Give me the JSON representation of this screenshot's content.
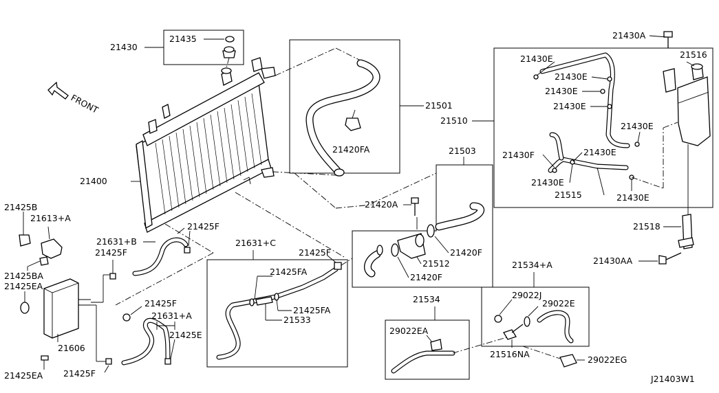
{
  "diagram": {
    "drawing_code": "J21403W1",
    "direction_label": "FRONT",
    "part_labels": {
      "radiator": "21400",
      "cap_assy": "21430",
      "cap": "21435",
      "upper_hose": "21501",
      "clamp_upper": "21420FA",
      "reservoir_assy": "21510",
      "tank_bolt": "21430A",
      "reservoir_tank": "21516",
      "clip_e1": "21430E",
      "clip_e2": "21430E",
      "clip_e3": "21430E",
      "clip_e4": "21430E",
      "clip_e5": "21430E",
      "clip_e6": "21430E",
      "clip_e7": "21430E",
      "clip_e8": "21430E",
      "clip_f": "21430F",
      "reservoir_hose": "21515",
      "lower_hose_assy": "21503",
      "bolt_a": "21420A",
      "clamp_f": "21420F",
      "clamp_f2": "21420F",
      "thermostat_housing": "21512",
      "bracket": "21518",
      "bracket_bolt": "21430AA",
      "mount_b": "21425B",
      "cover": "21613+A",
      "clip_ba": "21425BA",
      "clip_ea": "21425EA",
      "clip_ea2": "21425EA",
      "oil_cooler": "21606",
      "hose_b": "21631+B",
      "clip_f1": "21425F",
      "clip_f2": "21425F",
      "clip_f3": "21425F",
      "clip_f4": "21425F",
      "clip_f5": "21425F",
      "hose_c": "21631+C",
      "clip_fa1": "21425FA",
      "clip_fa2": "21425FA",
      "pipe_533": "21533",
      "hose_a": "21631+A",
      "clip_e_lower": "21425E",
      "hose_534a": "21534+A",
      "clip_j": "29022J",
      "clip_29e": "29022E",
      "connector_na": "21516NA",
      "clip_eg": "29022EG",
      "hose_534": "21534",
      "clip_29ea": "29022EA"
    }
  }
}
